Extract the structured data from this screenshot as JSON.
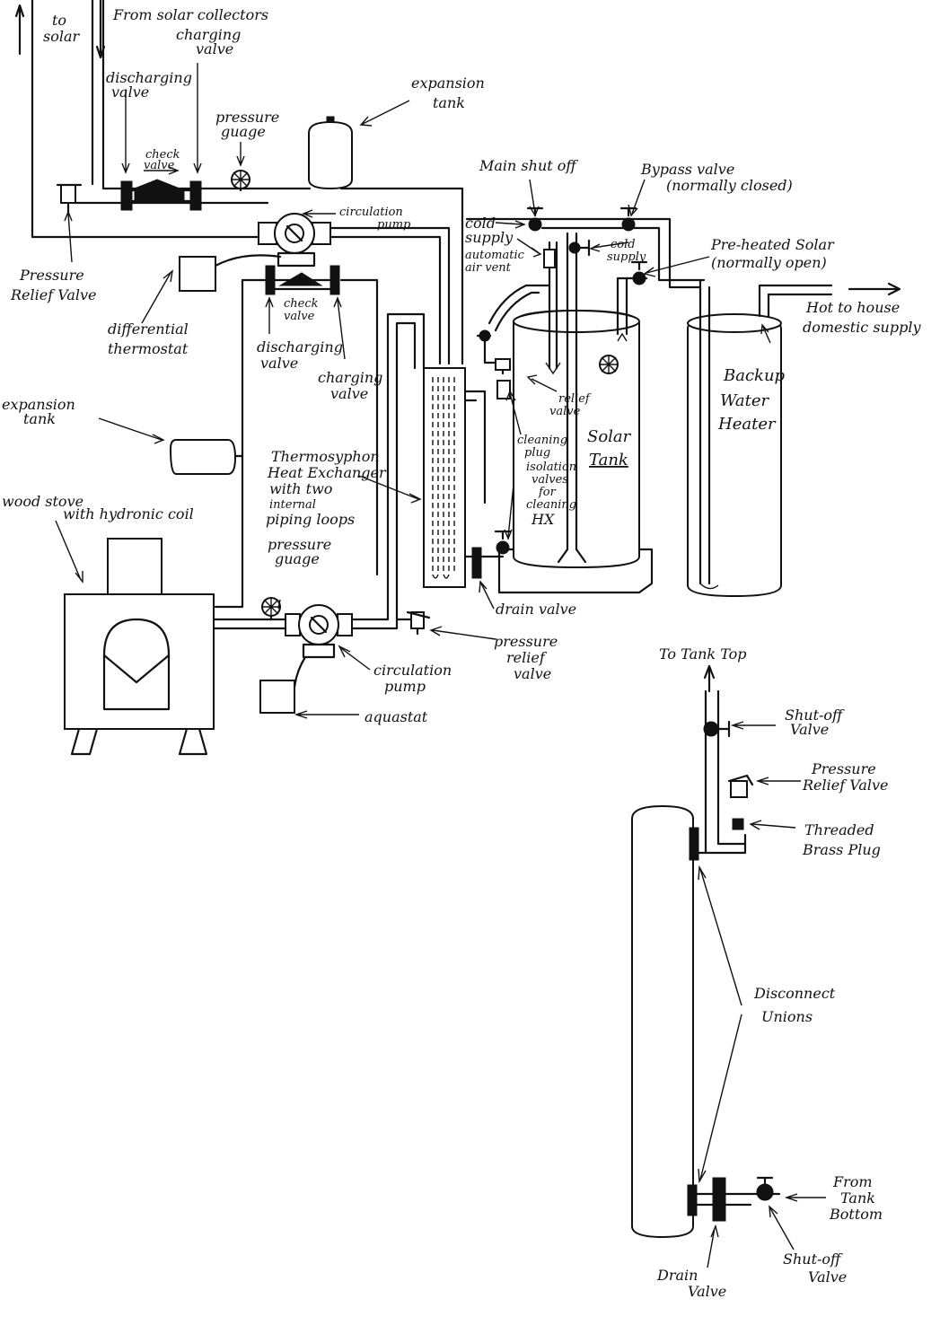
{
  "labels": {
    "to_solar": [
      "to",
      "solar"
    ],
    "from_solar_collectors": "From solar collectors",
    "charging_valve_top": [
      "charging",
      "valve"
    ],
    "discharging_valve_top": [
      "discharging",
      "valve"
    ],
    "expansion_tank_top": [
      "expansion",
      "tank"
    ],
    "pressure_gauge_top": [
      "pressure",
      "guage"
    ],
    "check_valve_top": [
      "check",
      "valve"
    ],
    "pressure_relief_valve_top": [
      "Pressure",
      "Relief Valve"
    ],
    "circulation_pump_top": [
      "circulation",
      "pump"
    ],
    "differential_thermostat": [
      "differential",
      "thermostat"
    ],
    "check_valve_mid": [
      "check",
      "valve"
    ],
    "discharging_valve_mid": [
      "discharging",
      "valve"
    ],
    "charging_valve_mid": [
      "charging",
      "valve"
    ],
    "main_shut_off": "Main shut off",
    "bypass_valve": [
      "Bypass valve",
      "(normally closed)"
    ],
    "cold_supply_left": [
      "cold",
      "supply"
    ],
    "cold_supply_right": [
      "cold",
      "supply"
    ],
    "automatic_air_vent": [
      "automatic",
      "air vent"
    ],
    "pre_heated_solar": [
      "Pre-heated Solar",
      "(normally open)"
    ],
    "hot_to_house": [
      "Hot to house",
      "domestic supply"
    ],
    "backup_water_heater": [
      "Backup",
      "Water",
      "Heater"
    ],
    "solar_tank": [
      "Solar",
      "Tank"
    ],
    "relief_valve": [
      "relief",
      "valve"
    ],
    "cleaning_plug": [
      "cleaning",
      "plug"
    ],
    "isolation_valves": [
      "isolation",
      "valves",
      "for",
      "cleaning",
      "HX"
    ],
    "expansion_tank_left": [
      "expansion",
      "tank"
    ],
    "thermosyphon": [
      "Thermosyphon",
      "Heat Exchanger",
      "with two",
      "internal",
      "piping loops"
    ],
    "wood_stove": [
      "wood stove",
      "with hydronic coil"
    ],
    "pressure_gauge_low": [
      "pressure",
      "guage"
    ],
    "drain_valve_mid": "drain valve",
    "pressure_relief_valve_low": [
      "pressure",
      "relief",
      "valve"
    ],
    "circulation_pump_low": [
      "circulation",
      "pump"
    ],
    "aquastat": "aquastat",
    "to_tank_top": "To Tank Top",
    "shut_off_valve_top": [
      "Shut-off",
      "Valve"
    ],
    "pressure_relief_valve_detail": [
      "Pressure",
      "Relief Valve"
    ],
    "threaded_brass_plug": [
      "Threaded",
      "Brass Plug"
    ],
    "disconnect_unions": [
      "Disconnect",
      "Unions"
    ],
    "from_tank_bottom": [
      "From",
      "Tank",
      "Bottom"
    ],
    "drain_valve_detail": [
      "Drain",
      "Valve"
    ],
    "shut_off_valve_bottom": [
      "Shut-off",
      "Valve"
    ]
  }
}
